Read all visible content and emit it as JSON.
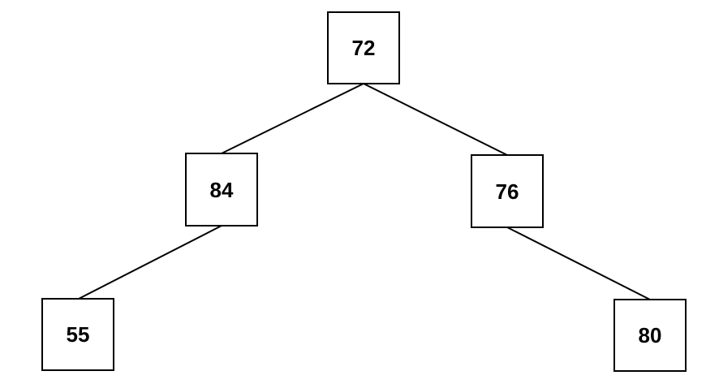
{
  "tree": {
    "nodes": [
      {
        "id": "root",
        "value": "72"
      },
      {
        "id": "left",
        "value": "84"
      },
      {
        "id": "right",
        "value": "76"
      },
      {
        "id": "left-left",
        "value": "55"
      },
      {
        "id": "right-right",
        "value": "80"
      }
    ],
    "edges": [
      {
        "from": "root",
        "to": "left"
      },
      {
        "from": "root",
        "to": "right"
      },
      {
        "from": "left",
        "to": "left-left"
      },
      {
        "from": "right",
        "to": "right-right"
      }
    ]
  },
  "colors": {
    "stroke": "#000000",
    "fill": "#ffffff",
    "text": "#000000"
  }
}
